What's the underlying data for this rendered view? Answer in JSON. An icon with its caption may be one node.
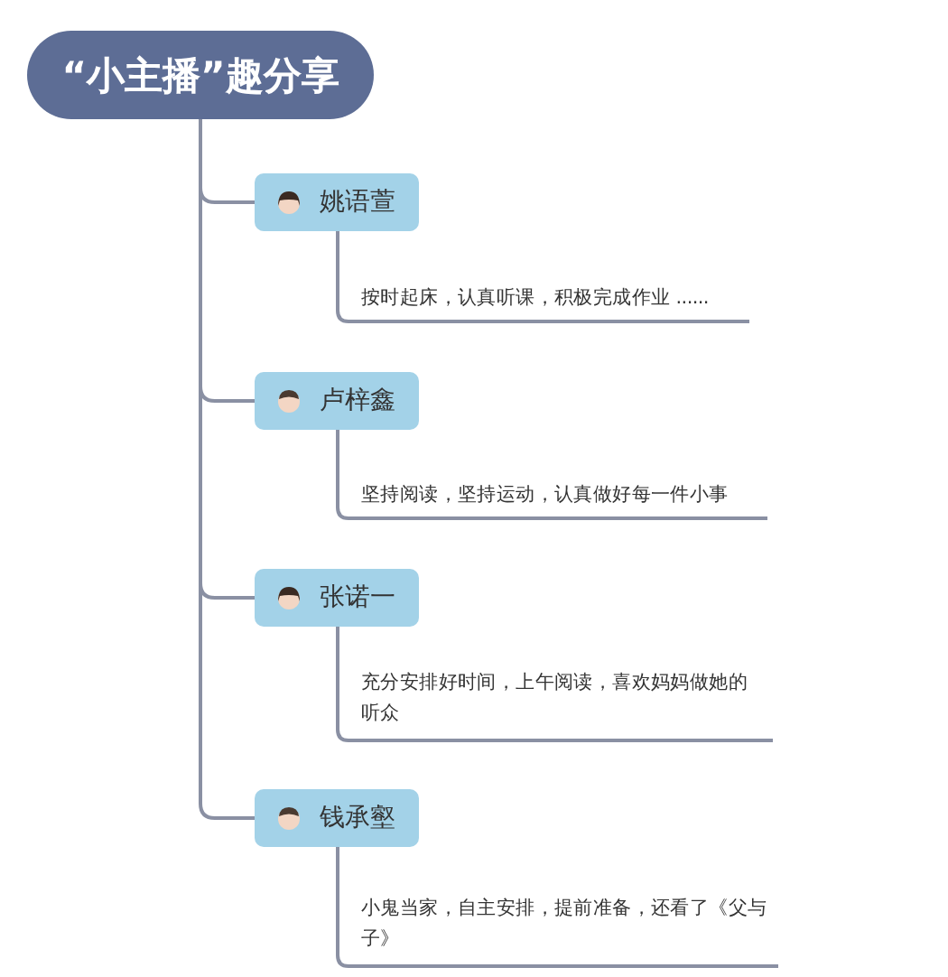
{
  "diagram": {
    "nodes": [
      {
        "text": [
          "“小主播”趣分享"
        ]
      },
      {
        "text": [
          "姚语萱"
        ]
      },
      {
        "text": [
          "按时起床，认真听课，积极完成作业 ......"
        ]
      },
      {
        "text": [
          "卢梓鑫"
        ]
      },
      {
        "text": [
          "坚持阅读，坚持运动，认真做好每一件小事"
        ]
      },
      {
        "text": [
          "张诺一"
        ]
      },
      {
        "text": [
          "充分安排好时间，上午阅读，喜欢妈妈做她的听众"
        ]
      },
      {
        "text": [
          "钱承壑"
        ]
      },
      {
        "text": [
          "小鬼当家，自主安排，提前准备，还看了《父与子》"
        ]
      }
    ],
    "edges": [
      {
        "from": 0,
        "to": 1,
        "arrow": "none"
      },
      {
        "from": 1,
        "to": 2,
        "arrow": "none"
      },
      {
        "from": 0,
        "to": 3,
        "arrow": "none"
      },
      {
        "from": 3,
        "to": 4,
        "arrow": "none"
      },
      {
        "from": 0,
        "to": 5,
        "arrow": "none"
      },
      {
        "from": 5,
        "to": 6,
        "arrow": "none"
      },
      {
        "from": 0,
        "to": 7,
        "arrow": "none"
      },
      {
        "from": 7,
        "to": 8,
        "arrow": "none"
      }
    ]
  }
}
